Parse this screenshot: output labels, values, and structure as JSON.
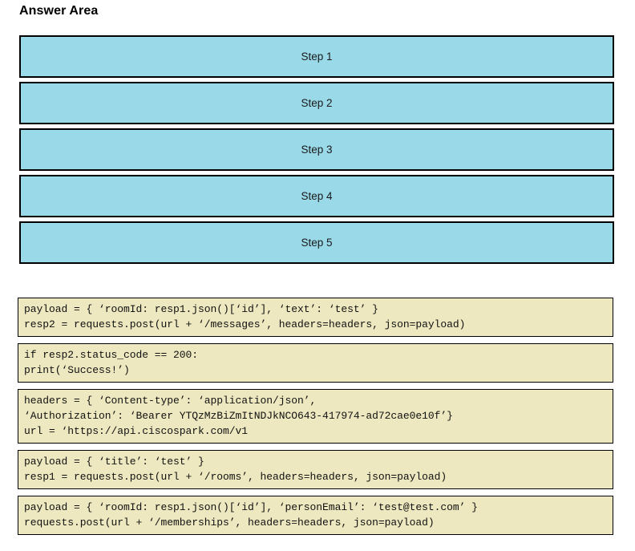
{
  "page": {
    "title": "Answer Area",
    "accent_box_color": "#9ad9e8",
    "code_box_color": "#ede8c0",
    "border_color": "#000000"
  },
  "steps": [
    {
      "label": "Step 1"
    },
    {
      "label": "Step 2"
    },
    {
      "label": "Step 3"
    },
    {
      "label": "Step 4"
    },
    {
      "label": "Step 5"
    }
  ],
  "code_blocks": [
    {
      "lines": [
        "payload = { ‘roomId: resp1.json()[‘id’], ‘text’: ‘test’ }",
        "resp2 = requests.post(url + ‘/messages’, headers=headers, json=payload)"
      ]
    },
    {
      "lines": [
        "if resp2.status_code == 200:",
        "print(‘Success!’)"
      ]
    },
    {
      "lines": [
        "headers = { ‘Content-type’: ‘application/json’,",
        "‘Authorization’: ‘Bearer YTQzMzBiZmItNDJkNCO643-417974-ad72cae0e10f’}",
        "url = ‘https://api.ciscospark.com/v1"
      ]
    },
    {
      "lines": [
        "payload = { ‘title’: ‘test’ }",
        "resp1 = requests.post(url + ‘/rooms’, headers=headers, json=payload)"
      ]
    },
    {
      "lines": [
        "payload = { ‘roomId: resp1.json()[‘id’], ‘personEmail’: ‘test@test.com’ }",
        "requests.post(url + ‘/memberships’, headers=headers, json=payload)"
      ]
    }
  ]
}
